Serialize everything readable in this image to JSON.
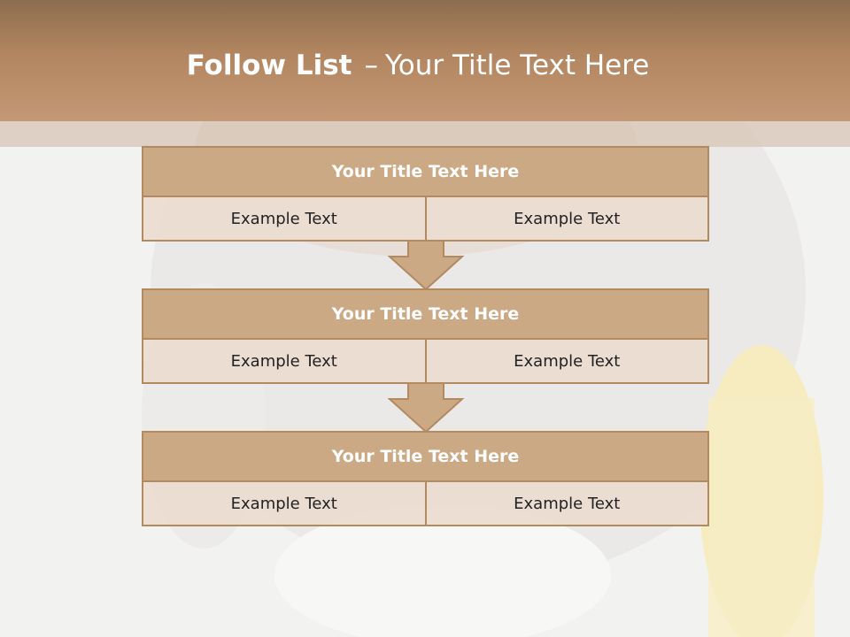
{
  "slide": {
    "title_bold": "Follow List",
    "title_sep": "–",
    "title_rest": "Your Title Text Here"
  },
  "blocks": [
    {
      "title": "Your Title Text Here",
      "left": "Example Text",
      "right": "Example Text"
    },
    {
      "title": "Your Title Text Here",
      "left": "Example Text",
      "right": "Example Text"
    },
    {
      "title": "Your Title Text Here",
      "left": "Example Text",
      "right": "Example Text"
    }
  ],
  "colors": {
    "header": "#b28660",
    "box_fill": "#cca985",
    "box_border": "#b38a60",
    "row_fill": "#ecdcd2"
  }
}
